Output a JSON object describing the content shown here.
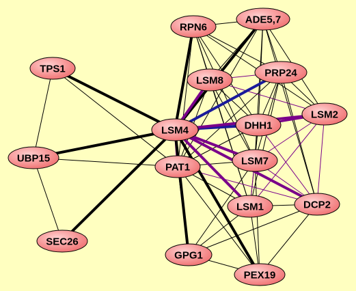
{
  "colors": {
    "background": "#ffffc0",
    "node_fill_light": "#ffd0d0",
    "node_fill_dark": "#f07070",
    "node_stroke": "#000000",
    "edge_black": "#000000",
    "edge_purple": "#7a008a",
    "edge_blue": "#1a1a9a"
  },
  "nodes": [
    {
      "id": "ADE57",
      "label": "ADE5,7"
    },
    {
      "id": "RPN6",
      "label": "RPN6"
    },
    {
      "id": "TPS1",
      "label": "TPS1"
    },
    {
      "id": "LSM8",
      "label": "LSM8"
    },
    {
      "id": "PRP24",
      "label": "PRP24"
    },
    {
      "id": "LSM2",
      "label": "LSM2"
    },
    {
      "id": "DHH1",
      "label": "DHH1"
    },
    {
      "id": "LSM4",
      "label": "LSM4"
    },
    {
      "id": "UBP15",
      "label": "UBP15"
    },
    {
      "id": "PAT1",
      "label": "PAT1"
    },
    {
      "id": "LSM7",
      "label": "LSM7"
    },
    {
      "id": "LSM1",
      "label": "LSM1"
    },
    {
      "id": "DCP2",
      "label": "DCP2"
    },
    {
      "id": "SEC26",
      "label": "SEC26"
    },
    {
      "id": "GPG1",
      "label": "GPG1"
    },
    {
      "id": "PEX19",
      "label": "PEX19"
    }
  ],
  "edges": [
    {
      "source": "LSM4",
      "target": "TPS1",
      "weight": "heavy",
      "color": "black"
    },
    {
      "source": "LSM4",
      "target": "UBP15",
      "weight": "heavy",
      "color": "black"
    },
    {
      "source": "LSM4",
      "target": "SEC26",
      "weight": "heavy",
      "color": "black"
    },
    {
      "source": "LSM4",
      "target": "RPN6",
      "weight": "heavy",
      "color": "black"
    },
    {
      "source": "LSM4",
      "target": "ADE57",
      "weight": "heavy",
      "color": "black"
    },
    {
      "source": "LSM4",
      "target": "GPG1",
      "weight": "heavy",
      "color": "black"
    },
    {
      "source": "LSM4",
      "target": "PEX19",
      "weight": "heavy",
      "color": "black"
    },
    {
      "source": "LSM4",
      "target": "PRP24",
      "weight": "heavy",
      "color": "blue"
    },
    {
      "source": "LSM4",
      "target": "DHH1",
      "weight": "heavy",
      "color": "blue"
    },
    {
      "source": "LSM4",
      "target": "LSM8",
      "weight": "heavy",
      "color": "purple"
    },
    {
      "source": "LSM4",
      "target": "LSM2",
      "weight": "heavy",
      "color": "purple"
    },
    {
      "source": "LSM4",
      "target": "LSM7",
      "weight": "heavy",
      "color": "purple"
    },
    {
      "source": "LSM4",
      "target": "LSM1",
      "weight": "heavy",
      "color": "purple"
    },
    {
      "source": "LSM4",
      "target": "DCP2",
      "weight": "heavy",
      "color": "purple"
    },
    {
      "source": "LSM4",
      "target": "PAT1",
      "weight": "medium",
      "color": "purple"
    },
    {
      "source": "TPS1",
      "target": "UBP15",
      "weight": "thin",
      "color": "black"
    },
    {
      "source": "UBP15",
      "target": "SEC26",
      "weight": "thin",
      "color": "black"
    },
    {
      "source": "UBP15",
      "target": "PAT1",
      "weight": "thin",
      "color": "black"
    },
    {
      "source": "TPS1",
      "target": "PAT1",
      "weight": "thin",
      "color": "black"
    },
    {
      "source": "RPN6",
      "target": "ADE57",
      "weight": "thin",
      "color": "black"
    },
    {
      "source": "RPN6",
      "target": "LSM8",
      "weight": "thin",
      "color": "black"
    },
    {
      "source": "RPN6",
      "target": "PRP24",
      "weight": "thin",
      "color": "black"
    },
    {
      "source": "RPN6",
      "target": "DHH1",
      "weight": "thin",
      "color": "black"
    },
    {
      "source": "RPN6",
      "target": "LSM2",
      "weight": "thin",
      "color": "black"
    },
    {
      "source": "RPN6",
      "target": "LSM7",
      "weight": "thin",
      "color": "black"
    },
    {
      "source": "RPN6",
      "target": "LSM1",
      "weight": "thin",
      "color": "black"
    },
    {
      "source": "RPN6",
      "target": "PAT1",
      "weight": "thin",
      "color": "black"
    },
    {
      "source": "ADE57",
      "target": "LSM8",
      "weight": "thin",
      "color": "black"
    },
    {
      "source": "ADE57",
      "target": "PRP24",
      "weight": "thin",
      "color": "black"
    },
    {
      "source": "ADE57",
      "target": "DHH1",
      "weight": "thin",
      "color": "black"
    },
    {
      "source": "ADE57",
      "target": "LSM2",
      "weight": "thin",
      "color": "black"
    },
    {
      "source": "ADE57",
      "target": "LSM7",
      "weight": "thin",
      "color": "black"
    },
    {
      "source": "ADE57",
      "target": "DCP2",
      "weight": "thin",
      "color": "black"
    },
    {
      "source": "ADE57",
      "target": "PAT1",
      "weight": "thin",
      "color": "black"
    },
    {
      "source": "LSM8",
      "target": "PRP24",
      "weight": "thin",
      "color": "purple"
    },
    {
      "source": "LSM8",
      "target": "DHH1",
      "weight": "thin",
      "color": "black"
    },
    {
      "source": "LSM8",
      "target": "LSM2",
      "weight": "thin",
      "color": "purple"
    },
    {
      "source": "LSM8",
      "target": "LSM7",
      "weight": "thin",
      "color": "black"
    },
    {
      "source": "LSM8",
      "target": "LSM1",
      "weight": "thin",
      "color": "black"
    },
    {
      "source": "LSM8",
      "target": "PAT1",
      "weight": "thin",
      "color": "black"
    },
    {
      "source": "PRP24",
      "target": "DHH1",
      "weight": "thin",
      "color": "black"
    },
    {
      "source": "PRP24",
      "target": "LSM2",
      "weight": "thin",
      "color": "black"
    },
    {
      "source": "PRP24",
      "target": "LSM7",
      "weight": "thin",
      "color": "black"
    },
    {
      "source": "PRP24",
      "target": "LSM1",
      "weight": "thin",
      "color": "black"
    },
    {
      "source": "PRP24",
      "target": "DCP2",
      "weight": "thin",
      "color": "black"
    },
    {
      "source": "PRP24",
      "target": "PAT1",
      "weight": "thin",
      "color": "black"
    },
    {
      "source": "DHH1",
      "target": "LSM2",
      "weight": "medium",
      "color": "purple"
    },
    {
      "source": "DHH1",
      "target": "LSM7",
      "weight": "thin",
      "color": "black"
    },
    {
      "source": "DHH1",
      "target": "LSM1",
      "weight": "thin",
      "color": "black"
    },
    {
      "source": "DHH1",
      "target": "DCP2",
      "weight": "thin",
      "color": "purple"
    },
    {
      "source": "DHH1",
      "target": "PAT1",
      "weight": "thin",
      "color": "black"
    },
    {
      "source": "LSM2",
      "target": "LSM7",
      "weight": "thin",
      "color": "purple"
    },
    {
      "source": "LSM2",
      "target": "DCP2",
      "weight": "thin",
      "color": "purple"
    },
    {
      "source": "LSM2",
      "target": "LSM1",
      "weight": "thin",
      "color": "purple"
    },
    {
      "source": "LSM7",
      "target": "LSM1",
      "weight": "thin",
      "color": "purple"
    },
    {
      "source": "LSM7",
      "target": "DCP2",
      "weight": "thin",
      "color": "purple"
    },
    {
      "source": "LSM7",
      "target": "PAT1",
      "weight": "thin",
      "color": "black"
    },
    {
      "source": "LSM1",
      "target": "DCP2",
      "weight": "thin",
      "color": "black"
    },
    {
      "source": "LSM1",
      "target": "PAT1",
      "weight": "thin",
      "color": "black"
    },
    {
      "source": "LSM1",
      "target": "GPG1",
      "weight": "thin",
      "color": "black"
    },
    {
      "source": "LSM1",
      "target": "PEX19",
      "weight": "thin",
      "color": "black"
    },
    {
      "source": "DCP2",
      "target": "GPG1",
      "weight": "thin",
      "color": "black"
    },
    {
      "source": "DCP2",
      "target": "PEX19",
      "weight": "thin",
      "color": "black"
    },
    {
      "source": "DCP2",
      "target": "PAT1",
      "weight": "thin",
      "color": "purple"
    },
    {
      "source": "PAT1",
      "target": "GPG1",
      "weight": "thin",
      "color": "black"
    },
    {
      "source": "PAT1",
      "target": "PEX19",
      "weight": "thin",
      "color": "black"
    },
    {
      "source": "GPG1",
      "target": "PEX19",
      "weight": "thin",
      "color": "black"
    },
    {
      "source": "LSM7",
      "target": "GPG1",
      "weight": "thin",
      "color": "black"
    },
    {
      "source": "LSM7",
      "target": "PEX19",
      "weight": "thin",
      "color": "black"
    }
  ]
}
